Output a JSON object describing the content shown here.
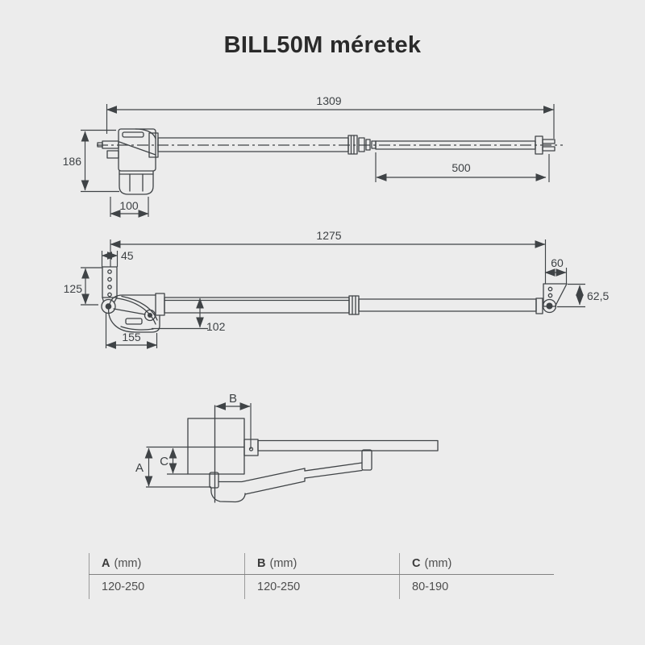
{
  "title": "BILL50M méretek",
  "side_view": {
    "total_length": "1309",
    "height": "186",
    "rod_extension": "500",
    "base_width": "100"
  },
  "top_view": {
    "total_length": "1275",
    "front_bracket_width": "45",
    "front_bracket_length": "125",
    "body_width": "102",
    "body_length": "155",
    "rear_bracket_width": "60",
    "rear_bracket_height": "62,5"
  },
  "install_view": {
    "dim_a": "A",
    "dim_b": "B",
    "dim_c": "C"
  },
  "table": {
    "columns": [
      {
        "label": "A",
        "unit": "(mm)",
        "value": "120-250"
      },
      {
        "label": "B",
        "unit": "(mm)",
        "value": "120-250"
      },
      {
        "label": "C",
        "unit": "(mm)",
        "value": "80-190"
      }
    ]
  },
  "colors": {
    "background": "#ececec",
    "line": "#3f4346",
    "text": "#3e4245"
  }
}
